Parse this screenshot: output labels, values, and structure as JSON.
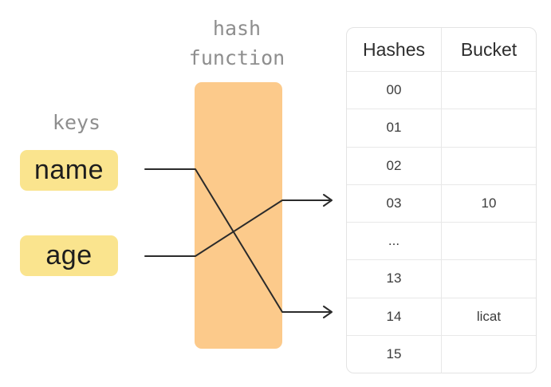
{
  "labels": {
    "hash_function": "hash function",
    "keys": "keys"
  },
  "keys": {
    "items": [
      {
        "label": "name"
      },
      {
        "label": "age"
      }
    ]
  },
  "table": {
    "columns": [
      "Hashes",
      "Bucket"
    ],
    "rows": [
      [
        "00",
        ""
      ],
      [
        "01",
        ""
      ],
      [
        "02",
        ""
      ],
      [
        "03",
        "10"
      ],
      [
        "...",
        ""
      ],
      [
        "13",
        ""
      ],
      [
        "14",
        "licat"
      ],
      [
        "15",
        ""
      ]
    ]
  },
  "arrows": [
    {
      "from_key": "name",
      "to_hash": "14"
    },
    {
      "from_key": "age",
      "to_hash": "03"
    }
  ],
  "colors": {
    "key_highlight": "#FAE48E",
    "hash_box": "#FCCA8B",
    "arrow": "#2B2B2B",
    "label_gray": "#8E8E8E",
    "table_border": "#E8E8E8"
  }
}
